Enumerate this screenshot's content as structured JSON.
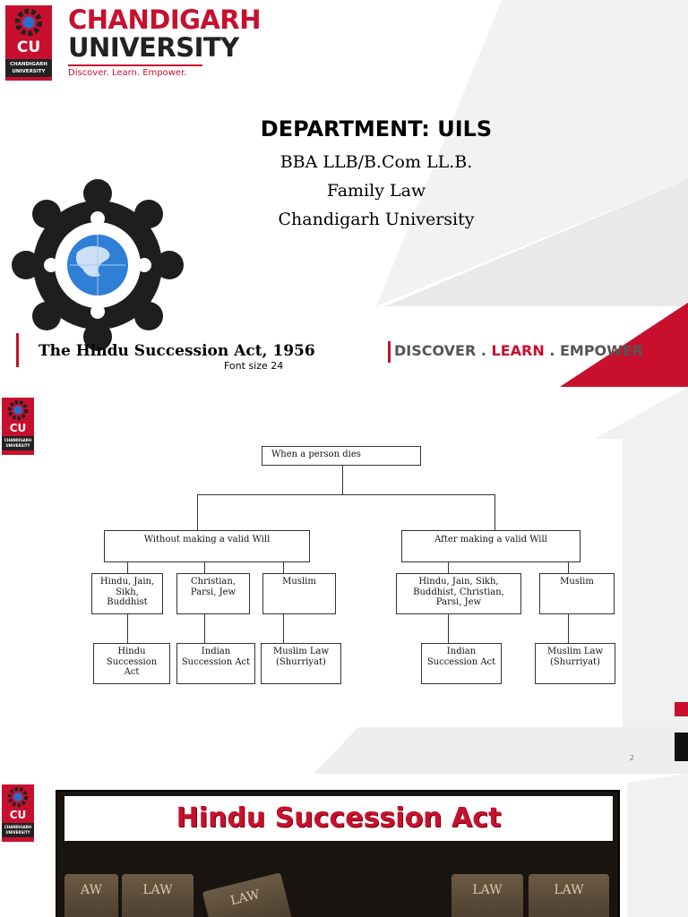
{
  "slide1": {
    "brand": {
      "line1": "CHANDIGARH",
      "line2": "UNIVERSITY",
      "tagline": "Discover. Learn. Empower.",
      "badge_text": "CU",
      "badge_sub": "CHANDIGARH UNIVERSITY"
    },
    "department": "DEPARTMENT: UILS",
    "lines": [
      "BBA LLB/B.Com LL.B.",
      "Family Law",
      "Chandigarh University"
    ],
    "subject_title": "The Hindu Succession Act, 1956",
    "font_note": "Font size 24",
    "motto": {
      "part1": "DISCOVER . ",
      "part2": "LEARN",
      "part3": " . EMPOWER"
    }
  },
  "slide2": {
    "badge_text": "CU",
    "badge_sub": "CHANDIGARH UNIVERSITY",
    "flow": {
      "root": "When a person dies",
      "branch_left": "Without making a valid Will",
      "branch_right": "After making a valid Will",
      "left_religions": [
        "Hindu, Jain, Sikh, Buddhist",
        "Christian, Parsi, Jew",
        "Muslim"
      ],
      "left_laws": [
        "Hindu Succession Act",
        "Indian Succession Act",
        "Muslim Law (Shurriyat)"
      ],
      "right_religions": [
        "Hindu, Jain, Sikh, Buddhist, Christian, Parsi, Jew",
        "Muslim"
      ],
      "right_laws": [
        "Indian Succession Act",
        "Muslim Law (Shurriyat)"
      ]
    },
    "page_number": "2"
  },
  "slide3": {
    "badge_text": "CU",
    "badge_sub": "CHANDIGARH UNIVERSITY",
    "heading": "Hindu Succession Act",
    "book_labels": [
      "AW",
      "LAW",
      "LAW",
      "LAW",
      "LAW"
    ]
  },
  "colors": {
    "brand_red": "#c8102e",
    "dark": "#222222",
    "gray_tri": "#f0f0f0"
  }
}
